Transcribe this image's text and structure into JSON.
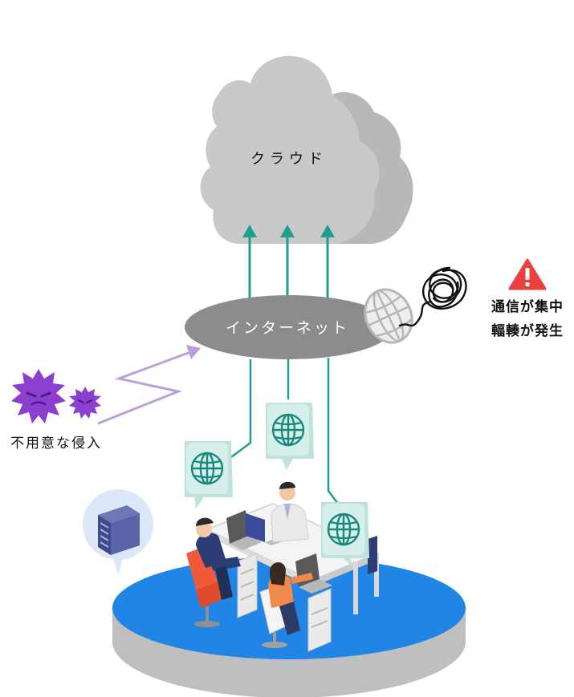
{
  "diagram": {
    "cloud_label": "クラウド",
    "internet_label": "インターネット",
    "intrusion_label": "不用意な侵入",
    "congestion_label_line1": "通信が集中",
    "congestion_label_line2": "輻輳が発生"
  },
  "colors": {
    "cloud": "#c8c8c8",
    "cloud_shadow": "#b3b3b3",
    "internet_ellipse": "#8c8c8c",
    "arrow_teal": "#1f9e8f",
    "intrusion_arrow": "#b9a0d8",
    "virus_purple": "#8a3fcf",
    "warning_red": "#e94040",
    "platform_blue": "#2185e6",
    "platform_side": "#bfbfbf",
    "globe_tile": "#cfe9e4",
    "globe_line": "#178a7d"
  },
  "icons": {
    "warning": "warning-triangle-icon",
    "globe": "globe-icon",
    "server": "server-icon",
    "virus": "virus-icon"
  }
}
